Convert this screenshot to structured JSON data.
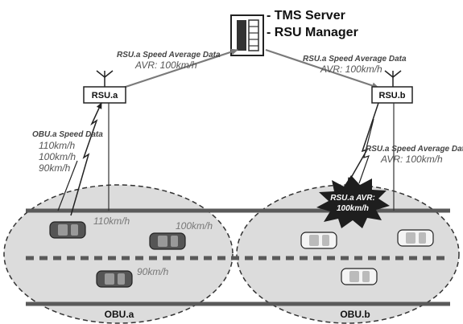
{
  "server": {
    "lines": [
      "- TMS Server",
      "- RSU Manager"
    ]
  },
  "rsu_a": {
    "label": "RSU.a",
    "uplink": {
      "title": "RSU.a Speed Average Data",
      "avr": "AVR: 100km/h"
    }
  },
  "rsu_b": {
    "label": "RSU.b",
    "downlink": {
      "title": "RSU.a Speed Average Data",
      "avr": "AVR: 100km/h"
    },
    "broadcast": {
      "title": "RSU.a Speed Average Data",
      "avr": "AVR: 100km/h"
    }
  },
  "obu_a": {
    "zone_label": "OBU.a",
    "data_title": "OBU.a Speed Data",
    "speeds": [
      "110km/h",
      "100km/h",
      "90km/h"
    ],
    "car_speeds": [
      "110km/h",
      "100km/h",
      "90km/h"
    ]
  },
  "obu_b": {
    "zone_label": "OBU.b",
    "burst_lines": [
      "RSU.a AVR:",
      "100km/h"
    ]
  },
  "colors": {
    "road": "#5a5a5a",
    "zone_fill": "#dcdcdc",
    "zone_stroke": "#333333",
    "arrow": "#7a7a7a",
    "car_dark": "#555555",
    "car_light": "#f4f4f4",
    "burst": "#1e1e1e"
  }
}
